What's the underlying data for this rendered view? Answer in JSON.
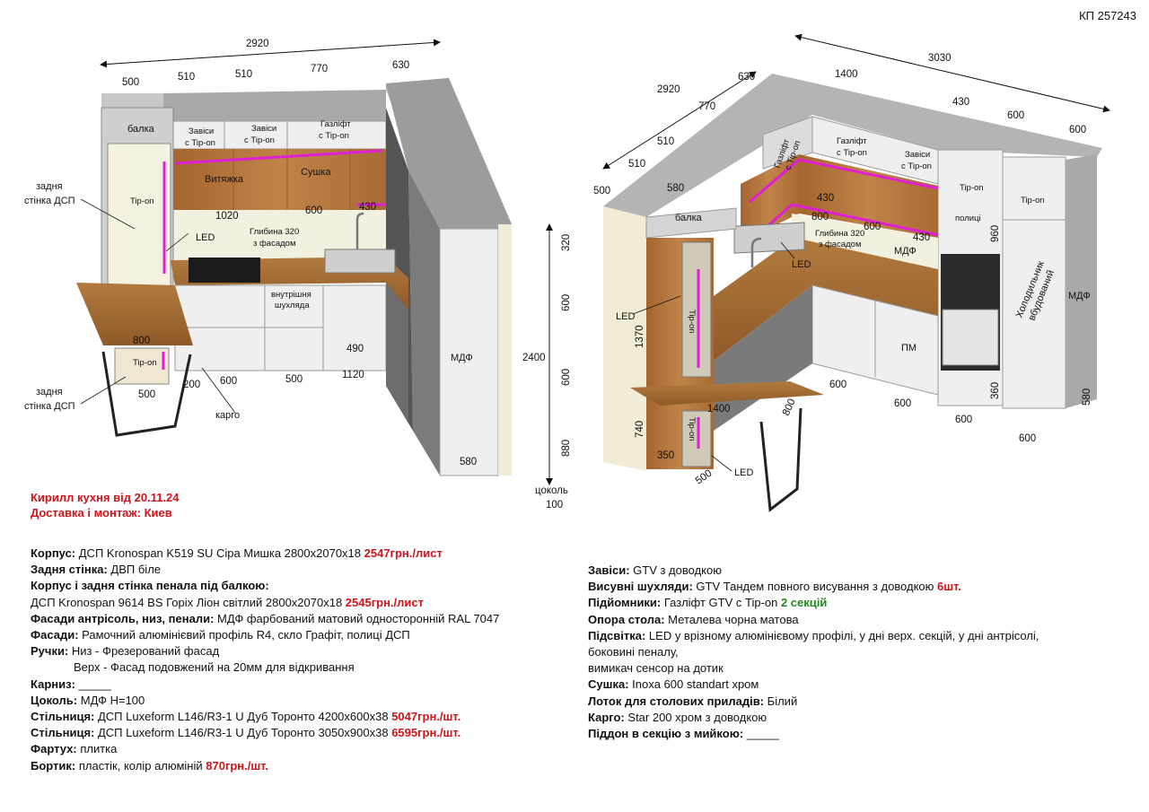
{
  "page_code": "КП 257243",
  "order": {
    "line1": "Кирилл кухня від 20.11.24",
    "line2": "Доставка і монтаж: Киев"
  },
  "left_view": {
    "dims_top": {
      "total": "2920",
      "d1": "500",
      "d2": "510",
      "d3": "510",
      "d4": "770",
      "d5": "630"
    },
    "dims_mid": {
      "w1020": "1020",
      "w600": "600",
      "w430": "430"
    },
    "dims_bottom": {
      "b600": "600",
      "b500": "500",
      "b1120": "1120",
      "b490": "490",
      "b200": "200",
      "t500": "500",
      "t800": "800",
      "b580": "580"
    },
    "dims_height": {
      "h320": "320",
      "h600a": "600",
      "h600b": "600",
      "h880": "880",
      "h2400": "2400",
      "plinth_label": "цоколь",
      "plinth": "100"
    },
    "labels": {
      "beam": "балка",
      "hinges1a": "Завіси",
      "hinges1b": "с Tip-on",
      "hinges2a": "Завіси",
      "hinges2b": "с Tip-on",
      "gaslift_a": "Газліфт",
      "gaslift_b": "с Tip-on",
      "hood": "Витяжка",
      "dryer": "Сушка",
      "depth_a": "Глибина 320",
      "depth_b": "з фасадом",
      "inner_a": "внутрішня",
      "inner_b": "шухляда",
      "mdf": "МДФ",
      "tipon1": "Tip-on",
      "tipon2": "Tip-on",
      "led": "LED",
      "back_a": "задня",
      "back_b": "стінка ДСП",
      "back2_a": "задня",
      "back2_b": "стінка ДСП",
      "cargo": "карго"
    }
  },
  "right_view": {
    "dims_top": {
      "total": "3030",
      "left_total": "2920",
      "d630": "630",
      "d1400": "1400",
      "d430": "430",
      "d600a": "600",
      "d600b": "600",
      "d770": "770",
      "d510a": "510",
      "d510b": "510",
      "d500": "500",
      "d580": "580"
    },
    "dims_mid": {
      "m430a": "430",
      "m800": "800",
      "m600": "600",
      "m430b": "430"
    },
    "dims_bottom": {
      "b600a": "600",
      "b600b": "600",
      "b600c": "600",
      "b600d": "600",
      "b580": "580",
      "b360": "360",
      "b960": "960"
    },
    "dims_island": {
      "i1400": "1400",
      "i800": "800",
      "i1370": "1370",
      "i740": "740",
      "i350": "350",
      "i500": "500"
    },
    "labels": {
      "gaslift1a": "Газліфт",
      "gaslift1b": "с Tip-on",
      "gaslift2a": "Газліфт",
      "gaslift2b": "с Tip-on",
      "hinges_a": "Завіси",
      "hinges_b": "с Tip-on",
      "tipon_top": "Tip-on",
      "tipon_r": "Tip-on",
      "shelves": "полиці",
      "fridge_a": "Холодильник",
      "fridge_b": "вбудований",
      "mdf": "МДФ",
      "depth_a": "Глибина 320",
      "depth_b": "з фасадом",
      "mdf_small": "МДФ",
      "pm": "ПМ",
      "beam": "балка",
      "led1": "LED",
      "led2": "LED",
      "led3": "LED",
      "tipon_col": "Tip-on",
      "tipon_isl": "Tip-on"
    }
  },
  "spec_left": [
    {
      "k": "Корпус:",
      "v": " ДСП Kronospan K519 SU Сіра Мишка 2800х2070х18 ",
      "p": "2547грн./лист"
    },
    {
      "k": "Задня стінка:",
      "v": " ДВП біле",
      "p": ""
    },
    {
      "k": "Корпус і задня стінка пенала під балкою:",
      "v": "",
      "p": ""
    },
    {
      "k": "",
      "v": "ДСП Kronospan 9614 BS Горіх Ліон світлий 2800х2070х18 ",
      "p": "2545грн./лист"
    },
    {
      "k": "Фасади антрісоль, низ, пенали:",
      "v": " МДФ фарбований матовий односторонній RAL 7047",
      "p": ""
    },
    {
      "k": "Фасади:",
      "v": " Рамочний алюмінієвий профіль R4, скло Графіт, полиці ДСП",
      "p": ""
    },
    {
      "k": "Ручки:",
      "v": " Низ - Фрезерований фасад",
      "p": ""
    },
    {
      "k": "",
      "v": "Верх - Фасад подовжений на 20мм для відкривання",
      "p": "",
      "indent": true
    },
    {
      "k": "Карниз:",
      "v": " _____",
      "p": ""
    },
    {
      "k": "Цоколь:",
      "v": " МДФ Н=100",
      "p": ""
    },
    {
      "k": "Стільниця:",
      "v": " ДСП Luxeform L146/R3-1 U Дуб Торонто 4200х600х38 ",
      "p": "5047грн./шт."
    },
    {
      "k": "Стільниця:",
      "v": " ДСП Luxeform L146/R3-1 U Дуб Торонто 3050х900х38 ",
      "p": "6595грн./шт."
    },
    {
      "k": "Фартух:",
      "v": " плитка",
      "p": ""
    },
    {
      "k": "Бортик:",
      "v": " пластік, колір алюміній ",
      "p": "870грн./шт."
    }
  ],
  "spec_right": [
    {
      "k": "Завіси:",
      "v": " GTV з доводкою",
      "p": "",
      "g": ""
    },
    {
      "k": "Висувні шухляди:",
      "v": " GTV Тандем повного висування з доводкою ",
      "p": "6шт.",
      "g": ""
    },
    {
      "k": "Підйомники:",
      "v": " Газліфт GTV с Tip-on ",
      "p": "",
      "g": "2 секцій"
    },
    {
      "k": "Опора стола:",
      "v": " Металева чорна матова",
      "p": "",
      "g": ""
    },
    {
      "k": "Підсвітка:",
      "v": " LED у врізному алюмінієвому профілі, у дні верх. секцій, у дні антрісолі,",
      "p": "",
      "g": ""
    },
    {
      "k": "",
      "v": "боковині пеналу,",
      "p": "",
      "g": ""
    },
    {
      "k": "",
      "v": "вимикач сенсор на дотик",
      "p": "",
      "g": ""
    },
    {
      "k": "Сушка:",
      "v": " Inoxa 600 standart хром",
      "p": "",
      "g": ""
    },
    {
      "k": "Лоток для столових приладів:",
      "v": " Білий",
      "p": "",
      "g": ""
    },
    {
      "k": "Карго:",
      "v": " Star 200 хром з доводкою",
      "p": "",
      "g": ""
    },
    {
      "k": "Піддон в секцію з мийкою:",
      "v": " _____",
      "p": "",
      "g": ""
    }
  ]
}
